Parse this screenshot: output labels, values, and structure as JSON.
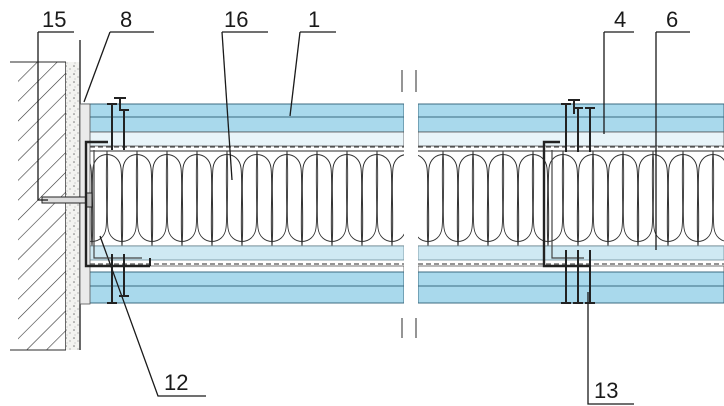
{
  "callouts": [
    {
      "id": "callout-15",
      "label": "15"
    },
    {
      "id": "callout-8",
      "label": "8"
    },
    {
      "id": "callout-16",
      "label": "16"
    },
    {
      "id": "callout-1",
      "label": "1"
    },
    {
      "id": "callout-4",
      "label": "4"
    },
    {
      "id": "callout-6",
      "label": "6"
    },
    {
      "id": "callout-12",
      "label": "12"
    },
    {
      "id": "callout-13",
      "label": "13"
    }
  ],
  "colors": {
    "board": "#a9d9ec",
    "board_edge": "#3c6b80",
    "batten_zone": "#e8f4f9",
    "insulation_fill": "#ffffff",
    "insulation_line": "#333333",
    "bottom_plate": "#cfe9f3",
    "wall_hatch": "#333333",
    "plaster": "#f1f1ee",
    "metal": "#222222"
  }
}
